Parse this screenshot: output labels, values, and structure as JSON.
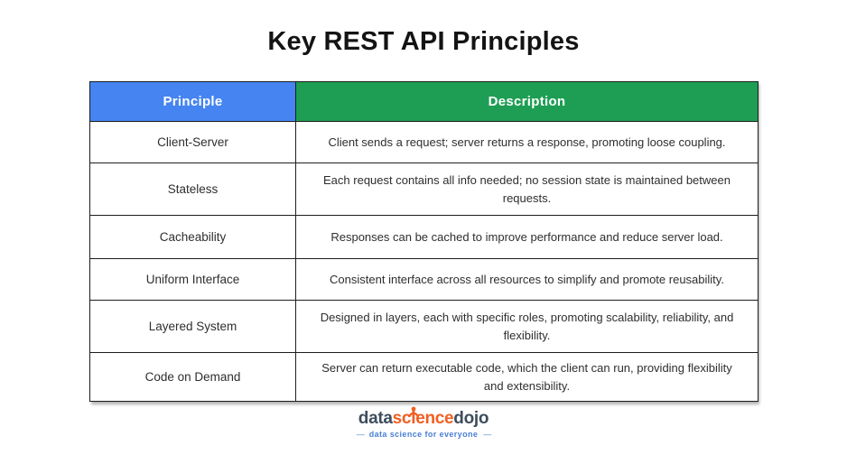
{
  "page": {
    "title": "Key REST API Principles",
    "background_color": "#ffffff"
  },
  "table": {
    "columns": [
      {
        "label": "Principle",
        "header_color": "#4584f1",
        "text_color": "#ffffff"
      },
      {
        "label": "Description",
        "header_color": "#1e9e54",
        "text_color": "#ffffff"
      }
    ],
    "border_color": "#1e1e1e",
    "rows": [
      {
        "principle": "Client-Server",
        "description": "Client sends a request; server returns a response, promoting loose coupling."
      },
      {
        "principle": "Stateless",
        "description": "Each request contains all info needed; no session state is maintained between requests."
      },
      {
        "principle": "Cacheability",
        "description": "Responses can be cached to improve performance and reduce server load."
      },
      {
        "principle": "Uniform Interface",
        "description": "Consistent interface across all resources to simplify and promote reusability."
      },
      {
        "principle": "Layered System",
        "description": "Designed in layers, each with specific roles, promoting scalability, reliability, and flexibility."
      },
      {
        "principle": "Code on Demand",
        "description": "Server can return executable code, which the client can run, providing flexibility and extensibility."
      }
    ]
  },
  "footer": {
    "logo": {
      "part_data": "data",
      "part_science_pre": "sc",
      "part_science_i": "i",
      "part_science_post": "ence",
      "part_dojo": "dojo",
      "dark_color": "#3d4d5c",
      "orange_color": "#f05f22",
      "person_icon": "person-icon"
    },
    "tagline": {
      "dash_left": "—",
      "text": "data science for everyone",
      "dash_right": "—",
      "color": "#4a7fd4"
    }
  }
}
